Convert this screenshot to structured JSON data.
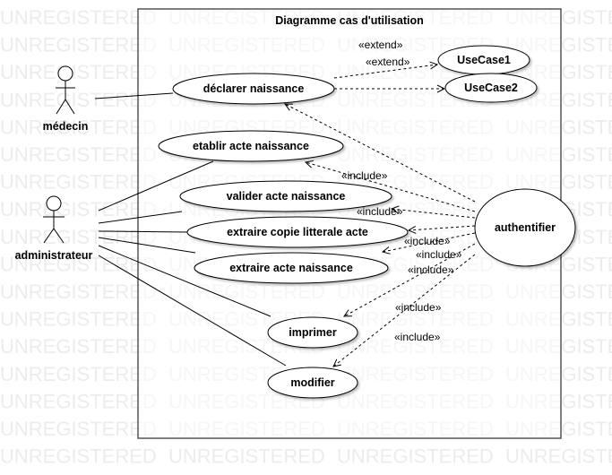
{
  "watermark": "UNREGISTERED",
  "diagram": {
    "title": "Diagramme cas d'utilisation",
    "actors": {
      "medecin": "médecin",
      "administrateur": "administrateur"
    },
    "use_cases": {
      "declarer": "déclarer naissance",
      "usecase1": "UseCase1",
      "usecase2": "UseCase2",
      "etablir": "etablir acte naissance",
      "valider": "valider acte naissance",
      "extraire_copie": "extraire copie litterale acte",
      "extraire_acte": "extraire acte naissance",
      "imprimer": "imprimer",
      "modifier": "modifier",
      "authentifier": "authentifier"
    },
    "relations": {
      "extend1": "«extend»",
      "extend2": "«extend»",
      "include1": "«include»",
      "include2": "«include»",
      "include3": "«include»",
      "include4": "«include»",
      "include5": "«include»",
      "include6": "«include»",
      "include7": "«include»"
    }
  }
}
